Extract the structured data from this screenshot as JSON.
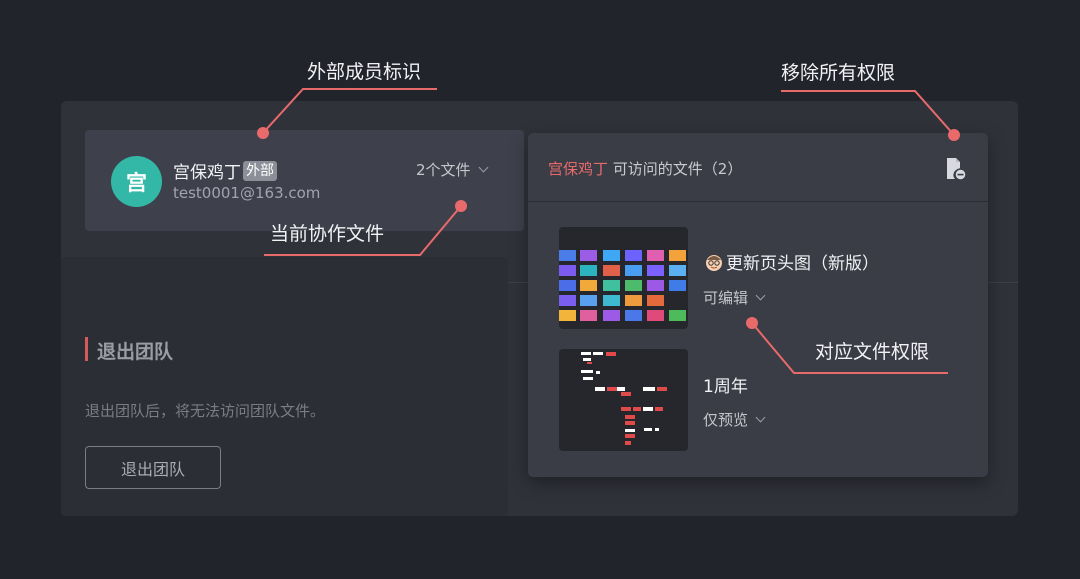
{
  "annotations": {
    "external_member_tag": "外部成员标识",
    "remove_all_permissions": "移除所有权限",
    "current_files": "当前协作文件",
    "file_permission": "对应文件权限"
  },
  "member": {
    "avatar_char": "宫",
    "name": "宫保鸡丁",
    "external_badge": "外部",
    "email": "test0001@163.com",
    "file_count": "2个文件"
  },
  "leave_team": {
    "title": "退出团队",
    "description": "退出团队后，将无法访问团队文件。",
    "button_label": "退出团队"
  },
  "files_panel": {
    "title_name": "宫保鸡丁",
    "title_rest": "可访问的文件（2）",
    "files": [
      {
        "name": "更新页头图（新版）",
        "permission": "可编辑",
        "icon": "face-emoji-icon"
      },
      {
        "name": "1周年",
        "permission": "仅预览"
      }
    ]
  },
  "colors": {
    "accent_red": "#e66a6a",
    "avatar": "#33b8a8",
    "annotation_line": "#e86a6a"
  }
}
